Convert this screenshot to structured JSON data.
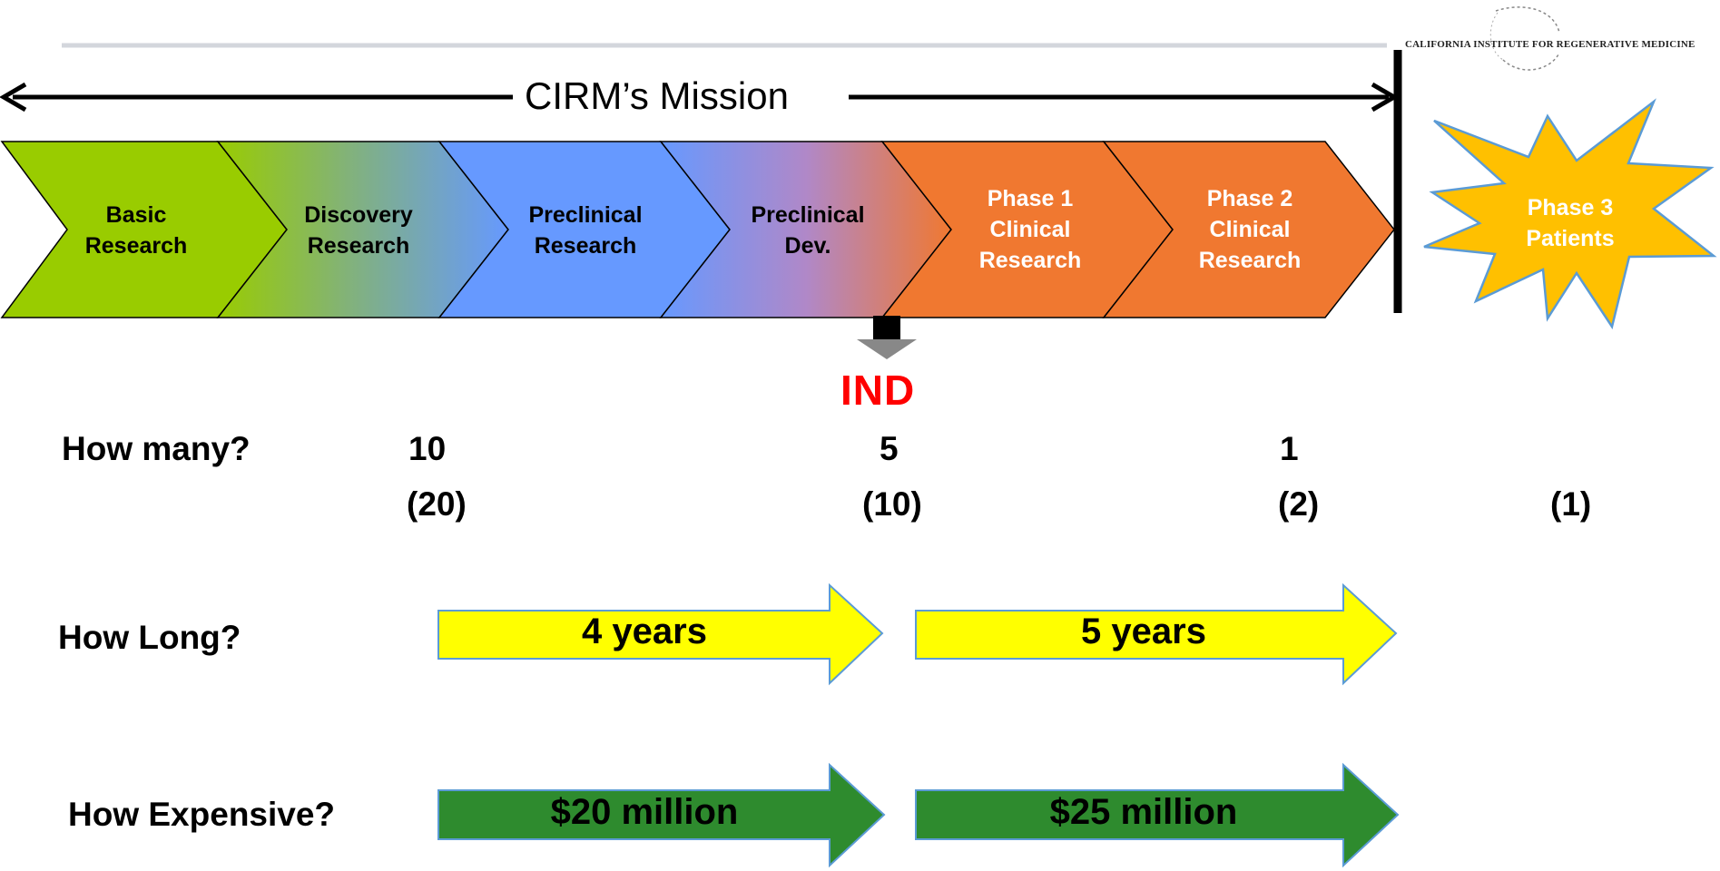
{
  "mission": {
    "label": "CIRM’s Mission"
  },
  "logo": {
    "text": "CALIFORNIA INSTITUTE FOR REGENERATIVE MEDICINE"
  },
  "stages": [
    {
      "label": "Basic\nResearch"
    },
    {
      "label": "Discovery\nResearch"
    },
    {
      "label": "Preclinical\nResearch"
    },
    {
      "label": "Preclinical\nDev."
    },
    {
      "label": "Phase 1\nClinical\nResearch"
    },
    {
      "label": "Phase 2\nClinical\nResearch"
    }
  ],
  "phase3": {
    "label": "Phase 3\nPatients"
  },
  "ind": {
    "label": "IND"
  },
  "rows": {
    "how_many": {
      "label": "How many?",
      "values": [
        "10",
        "5",
        "1"
      ],
      "sub_values": [
        "(20)",
        "(10)",
        "(2)",
        "(1)"
      ]
    },
    "how_long": {
      "label": "How Long?",
      "arrows": [
        "4 years",
        "5 years"
      ]
    },
    "how_expensive": {
      "label": "How Expensive?",
      "arrows": [
        "$20 million",
        "$25 million"
      ]
    }
  },
  "colors": {
    "green": "#99cc00",
    "blue": "#6699ff",
    "orange": "#f07830",
    "star": "#ffc000",
    "yellow_arrow": "#ffff00",
    "green_arrow": "#2e8b2e",
    "ind_red": "#ff0000"
  }
}
